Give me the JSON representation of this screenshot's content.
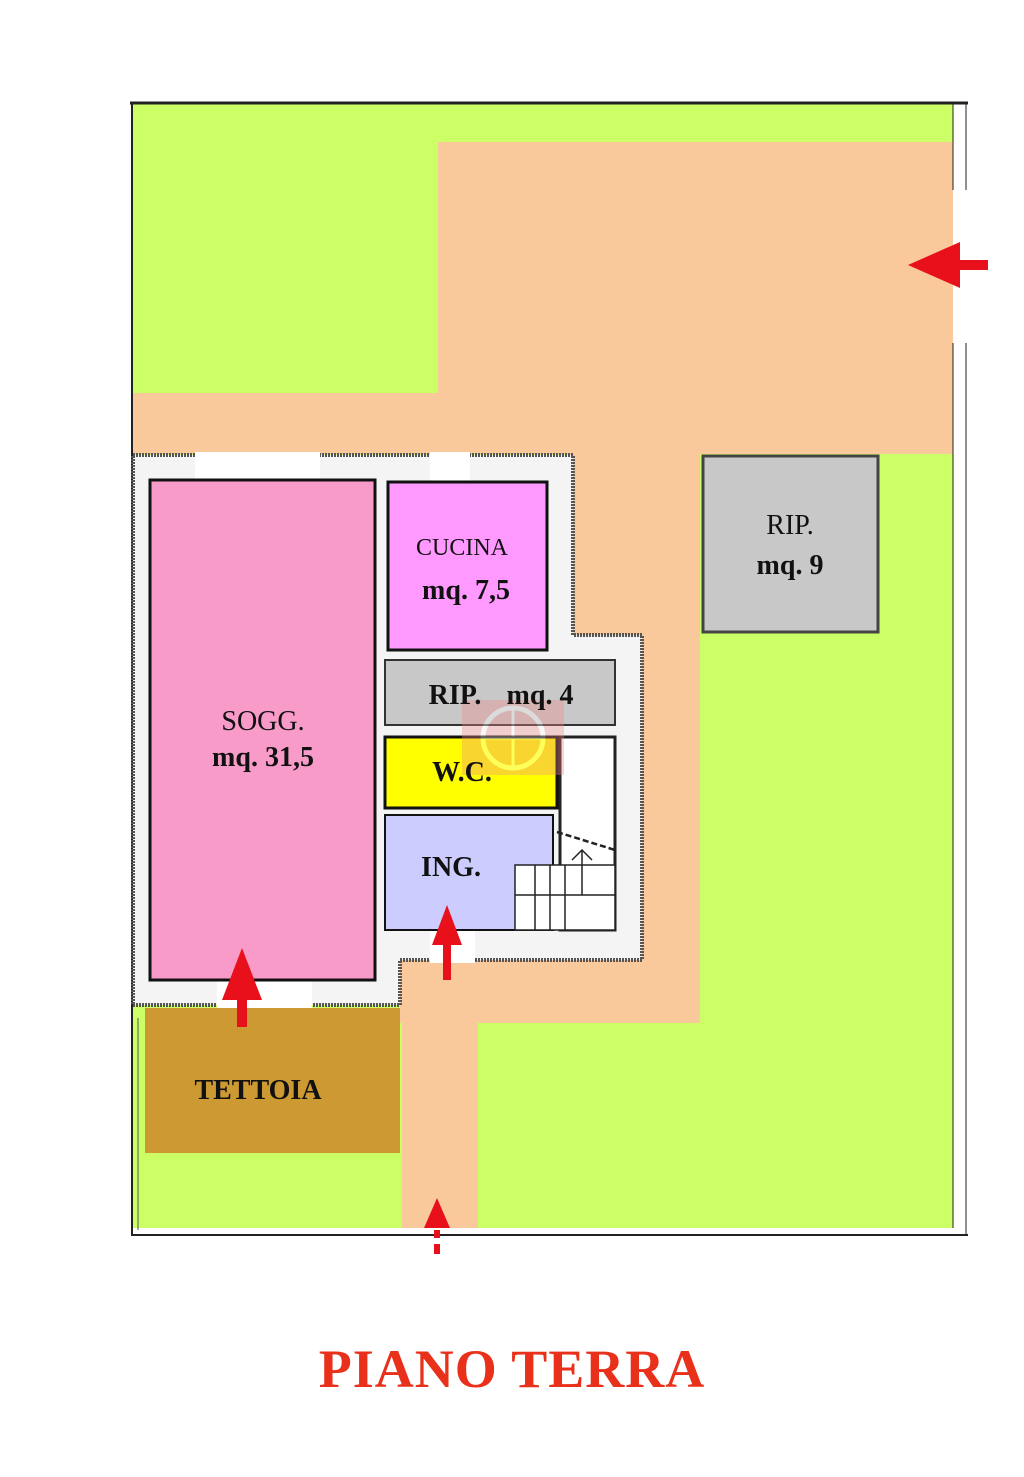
{
  "title": "PIANO TERRA",
  "rooms": {
    "soggiorno": {
      "name": "SOGG.",
      "area": "mq. 31,5"
    },
    "cucina": {
      "name": "CUCINA",
      "area": "mq. 7,5"
    },
    "ripostiglio_interno": {
      "name": "RIP.",
      "area": "mq. 4"
    },
    "wc": {
      "name": "W.C."
    },
    "ingresso": {
      "name": "ING."
    },
    "ripostiglio_esterno": {
      "name": "RIP.",
      "area": "mq. 9"
    },
    "tettoia": {
      "name": "TETTOIA"
    }
  },
  "colors": {
    "garden": "#ccff66",
    "path": "#f9c89b",
    "soggiorno": "#f99bc9",
    "cucina": "#ff99ff",
    "ripostiglio": "#c8c8c8",
    "wc": "#ffff00",
    "ingresso": "#ccccff",
    "tettoia": "#cc9933",
    "arrow": "#e8101a",
    "title": "#e8301a"
  }
}
